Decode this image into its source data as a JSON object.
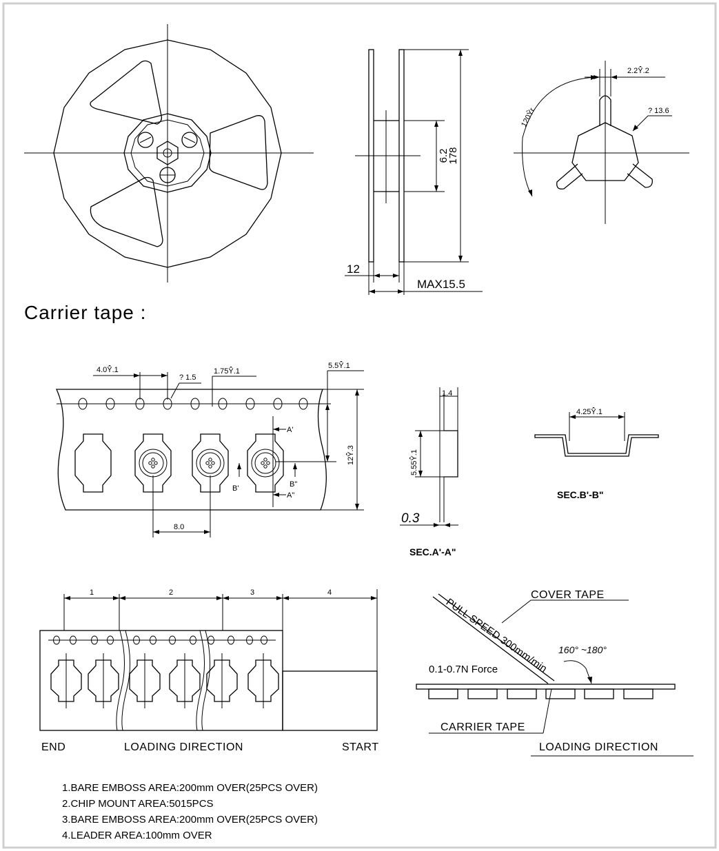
{
  "reel": {
    "dim_hub": "6.2",
    "dim_diameter": "178",
    "dim_width": "12",
    "dim_max": "MAX15.5",
    "dim_key": "2.2Ŷ̂.2",
    "dim_bore": "? 13.6",
    "dim_angle": "120Ŷr"
  },
  "section_title": "Carrier tape :",
  "tape": {
    "pitch_sprocket": "4.0Ŷ̂.1",
    "hole_dia": "? 1.5",
    "edge_offset": "1.75Ŷ̂.1",
    "row_offset": "5.5Ŷ̂.1",
    "tape_width": "12Ŷ̂.3",
    "pocket_pitch": "8.0",
    "marker_a1": "A'",
    "marker_a2": "A\"",
    "marker_b1": "B'",
    "marker_b2": "B\"",
    "sec_aa_top": "1.4",
    "sec_aa_depth": "5.55Ŷ̂.1",
    "sec_aa_thick": "0.3",
    "sec_aa_title": "SEC.A'-A\"",
    "sec_bb_width": "4.25Ŷ̂.1",
    "sec_bb_title": "SEC.B'-B\""
  },
  "leader": {
    "zones": [
      "1",
      "2",
      "3",
      "4"
    ],
    "label_end": "END",
    "label_loading": "LOADING DIRECTION",
    "label_start": "START"
  },
  "peel": {
    "cover_tape": "COVER TAPE",
    "pull_speed": "PULL SPEED 300mm/min",
    "angle": "160° ~180°",
    "force": "0.1-0.7N Force",
    "carrier_tape": "CARRIER TAPE",
    "loading_direction": "LOADING DIRECTION"
  },
  "notes": [
    "1.BARE EMBOSS AREA:200mm OVER(25PCS OVER)",
    "2.CHIP MOUNT AREA:5015PCS",
    "3.BARE EMBOSS AREA:200mm OVER(25PCS OVER)",
    "4.LEADER AREA:100mm OVER"
  ]
}
